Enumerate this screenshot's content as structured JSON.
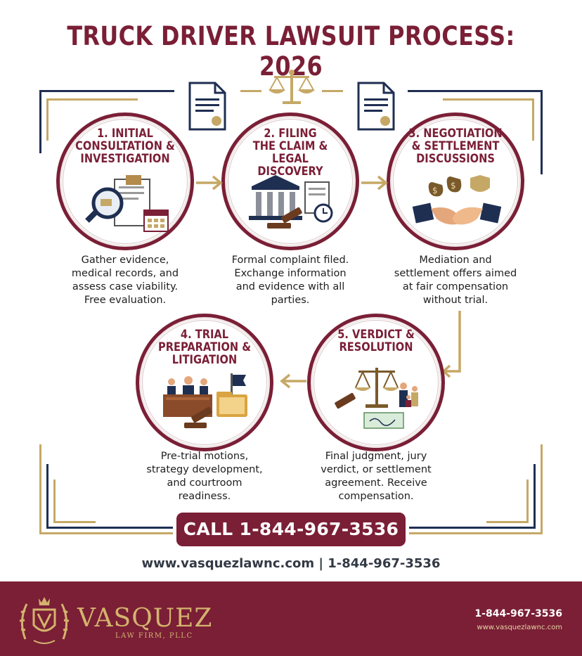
{
  "title": "TRUCK DRIVER LAWSUIT PROCESS: 2026",
  "steps": [
    {
      "heading": [
        "1. INITIAL",
        "CONSULTATION &",
        "INVESTIGATION"
      ],
      "description": [
        "Gather evidence,",
        "medical records, and",
        "assess case viability.",
        "Free evaluation."
      ]
    },
    {
      "heading": [
        "2. FILING",
        "THE CLAIM &",
        "LEGAL DISCOVERY"
      ],
      "description": [
        "Formal complaint filed.",
        "Exchange information",
        "and evidence with all",
        "parties."
      ]
    },
    {
      "heading": [
        "3. NEGOTIATION",
        "& SETTLEMENT",
        "DISCUSSIONS"
      ],
      "description": [
        "Mediation and",
        "settlement offers aimed",
        "at fair compensation",
        "without trial."
      ]
    },
    {
      "heading": [
        "4. TRIAL",
        "PREPARATION &",
        "LITIGATION"
      ],
      "description": [
        "Pre-trial motions,",
        "strategy development,",
        "and courtroom",
        "readiness."
      ]
    },
    {
      "heading": [
        "5. VERDICT &",
        "RESOLUTION"
      ],
      "description": [
        "Final judgment, jury",
        "verdict, or settlement",
        "agreement. Receive",
        "compensation."
      ]
    }
  ],
  "cta": {
    "label": "CALL 1-844-967-3536"
  },
  "contact_line": "www.vasquezlawnc.com | 1-844-967-3536",
  "footer": {
    "brand_name": "VASQUEZ",
    "brand_sub": "LAW FIRM, PLLC",
    "phone": "1-844-967-3536",
    "website": "www.vasquezlawnc.com"
  },
  "colors": {
    "maroon": "#7a1f36",
    "navy": "#1f2f52",
    "gold": "#c6a866"
  }
}
